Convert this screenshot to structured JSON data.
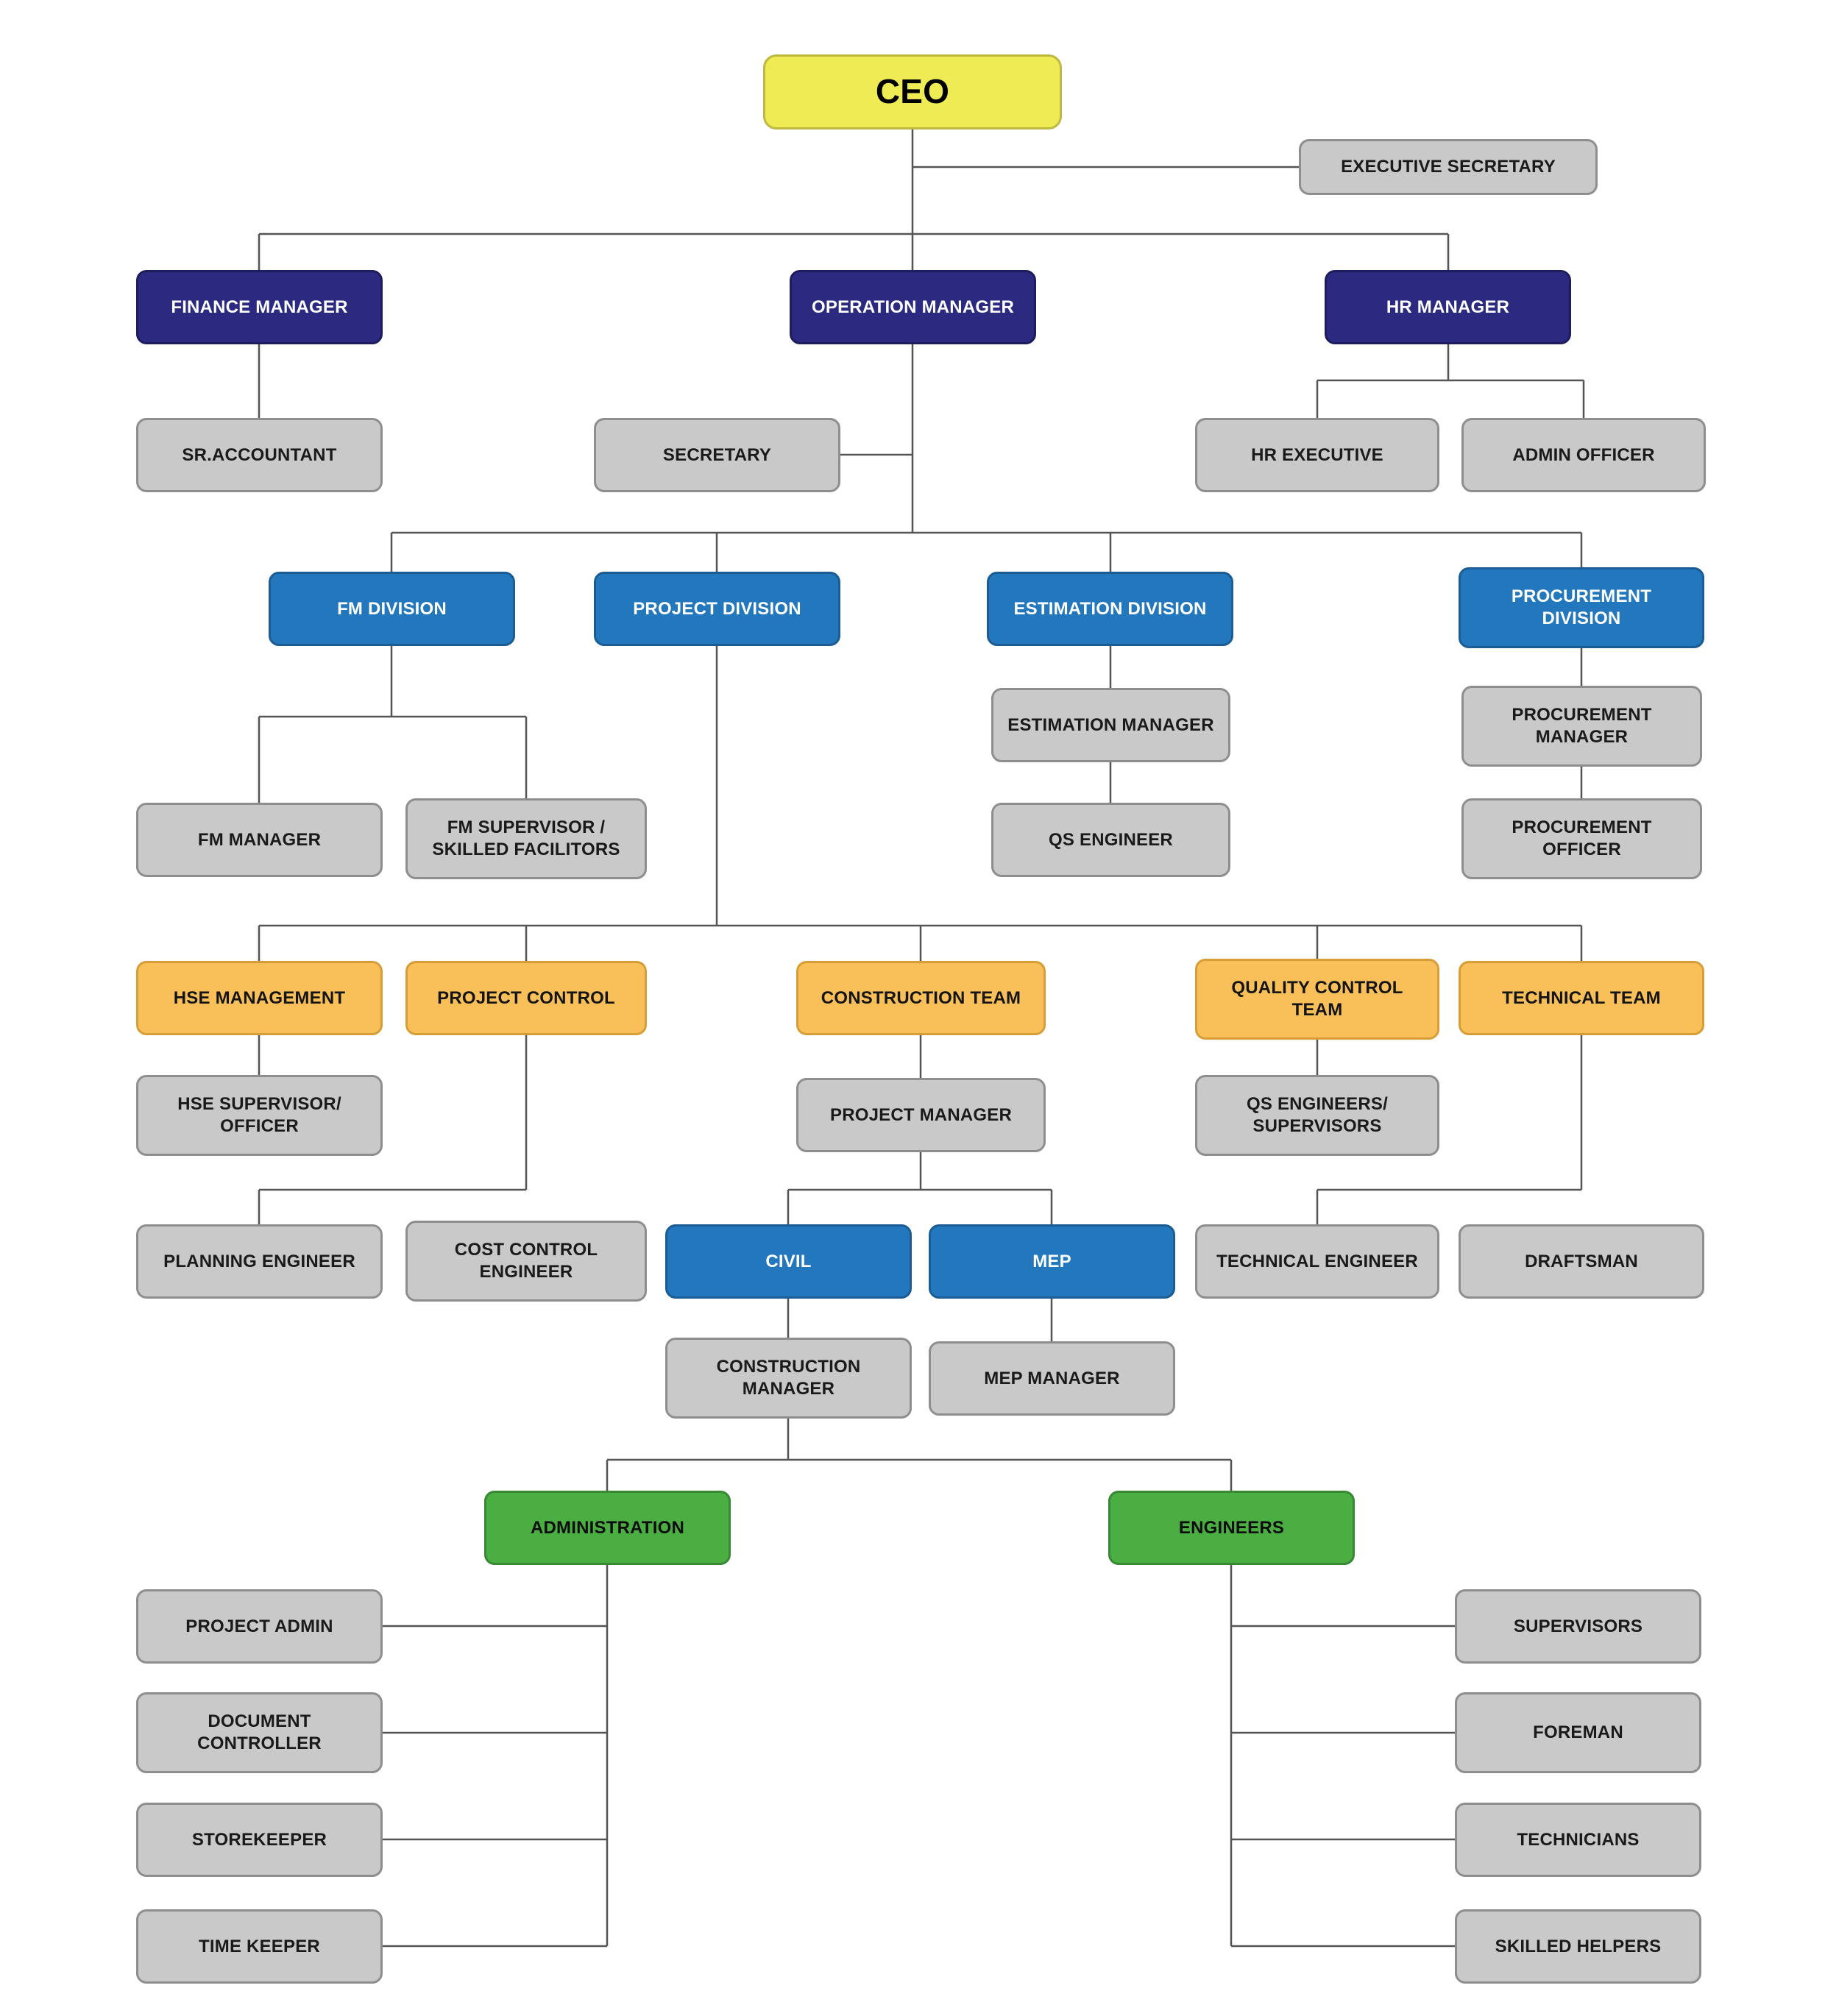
{
  "colors": {
    "ceo_fill": "#EFEB55",
    "executive_fill": "#2B2A80",
    "division_fill": "#2377BC",
    "team_fill": "#F9C05A",
    "group_fill": "#4BAE43",
    "staff_fill": "#C9C9C9",
    "connector_line": "#545454"
  },
  "nodes": {
    "ceo": {
      "label": "CEO"
    },
    "executive_secretary": {
      "label": "EXECUTIVE SECRETARY"
    },
    "finance_manager": {
      "label": "FINANCE MANAGER"
    },
    "operation_manager": {
      "label": "OPERATION MANAGER"
    },
    "hr_manager": {
      "label": "HR MANAGER"
    },
    "sr_accountant": {
      "label": "SR.ACCOUNTANT"
    },
    "secretary": {
      "label": "SECRETARY"
    },
    "hr_executive": {
      "label": "HR EXECUTIVE"
    },
    "admin_officer": {
      "label": "ADMIN OFFICER"
    },
    "fm_division": {
      "label": "FM DIVISION"
    },
    "project_division": {
      "label": "PROJECT DIVISION"
    },
    "estimation_division": {
      "label": "ESTIMATION DIVISION"
    },
    "procurement_division": {
      "label": "PROCUREMENT\nDIVISION"
    },
    "estimation_manager": {
      "label": "ESTIMATION MANAGER"
    },
    "procurement_manager": {
      "label": "PROCUREMENT\nMANAGER"
    },
    "fm_manager": {
      "label": "FM MANAGER"
    },
    "fm_supervisor": {
      "label": "FM SUPERVISOR /\nSKILLED FACILITORS"
    },
    "qs_engineer": {
      "label": "QS ENGINEER"
    },
    "procurement_officer": {
      "label": "PROCUREMENT\nOFFICER"
    },
    "hse_management": {
      "label": "HSE MANAGEMENT"
    },
    "project_control": {
      "label": "PROJECT CONTROL"
    },
    "construction_team": {
      "label": "CONSTRUCTION TEAM"
    },
    "quality_control_team": {
      "label": "QUALITY CONTROL\nTEAM"
    },
    "technical_team": {
      "label": "TECHNICAL TEAM"
    },
    "hse_supervisor": {
      "label": "HSE SUPERVISOR/\nOFFICER"
    },
    "project_manager": {
      "label": "PROJECT MANAGER"
    },
    "qs_engineers_supervisors": {
      "label": "QS ENGINEERS/\nSUPERVISORS"
    },
    "planning_engineer": {
      "label": "PLANNING ENGINEER"
    },
    "cost_control_engineer": {
      "label": "COST CONTROL\nENGINEER"
    },
    "civil": {
      "label": "CIVIL"
    },
    "mep": {
      "label": "MEP"
    },
    "technical_engineer": {
      "label": "TECHNICAL ENGINEER"
    },
    "draftsman": {
      "label": "DRAFTSMAN"
    },
    "construction_manager": {
      "label": "CONSTRUCTION\nMANAGER"
    },
    "mep_manager": {
      "label": "MEP MANAGER"
    },
    "administration": {
      "label": "ADMINISTRATION"
    },
    "engineers": {
      "label": "ENGINEERS"
    },
    "project_admin": {
      "label": "PROJECT ADMIN"
    },
    "document_controller": {
      "label": "DOCUMENT\nCONTROLLER"
    },
    "storekeeper": {
      "label": "STOREKEEPER"
    },
    "time_keeper": {
      "label": "TIME KEEPER"
    },
    "supervisors": {
      "label": "SUPERVISORS"
    },
    "foreman": {
      "label": "FOREMAN"
    },
    "technicians": {
      "label": "TECHNICIANS"
    },
    "skilled_helpers": {
      "label": "SKILLED HELPERS"
    }
  },
  "edges": [
    [
      "ceo",
      "executive_secretary"
    ],
    [
      "ceo",
      "finance_manager"
    ],
    [
      "ceo",
      "operation_manager"
    ],
    [
      "ceo",
      "hr_manager"
    ],
    [
      "finance_manager",
      "sr_accountant"
    ],
    [
      "operation_manager",
      "secretary"
    ],
    [
      "hr_manager",
      "hr_executive"
    ],
    [
      "hr_manager",
      "admin_officer"
    ],
    [
      "operation_manager",
      "fm_division"
    ],
    [
      "operation_manager",
      "project_division"
    ],
    [
      "operation_manager",
      "estimation_division"
    ],
    [
      "operation_manager",
      "procurement_division"
    ],
    [
      "fm_division",
      "fm_manager"
    ],
    [
      "fm_division",
      "fm_supervisor"
    ],
    [
      "estimation_division",
      "estimation_manager"
    ],
    [
      "estimation_manager",
      "qs_engineer"
    ],
    [
      "procurement_division",
      "procurement_manager"
    ],
    [
      "procurement_manager",
      "procurement_officer"
    ],
    [
      "project_division",
      "hse_management"
    ],
    [
      "project_division",
      "project_control"
    ],
    [
      "project_division",
      "construction_team"
    ],
    [
      "project_division",
      "quality_control_team"
    ],
    [
      "project_division",
      "technical_team"
    ],
    [
      "hse_management",
      "hse_supervisor"
    ],
    [
      "project_control",
      "planning_engineer"
    ],
    [
      "project_control",
      "cost_control_engineer"
    ],
    [
      "construction_team",
      "project_manager"
    ],
    [
      "project_manager",
      "civil"
    ],
    [
      "project_manager",
      "mep"
    ],
    [
      "quality_control_team",
      "qs_engineers_supervisors"
    ],
    [
      "technical_team",
      "technical_engineer"
    ],
    [
      "technical_team",
      "draftsman"
    ],
    [
      "civil",
      "construction_manager"
    ],
    [
      "mep",
      "mep_manager"
    ],
    [
      "construction_manager",
      "administration"
    ],
    [
      "construction_manager",
      "engineers"
    ],
    [
      "administration",
      "project_admin"
    ],
    [
      "administration",
      "document_controller"
    ],
    [
      "administration",
      "storekeeper"
    ],
    [
      "administration",
      "time_keeper"
    ],
    [
      "engineers",
      "supervisors"
    ],
    [
      "engineers",
      "foreman"
    ],
    [
      "engineers",
      "technicians"
    ],
    [
      "engineers",
      "skilled_helpers"
    ]
  ]
}
